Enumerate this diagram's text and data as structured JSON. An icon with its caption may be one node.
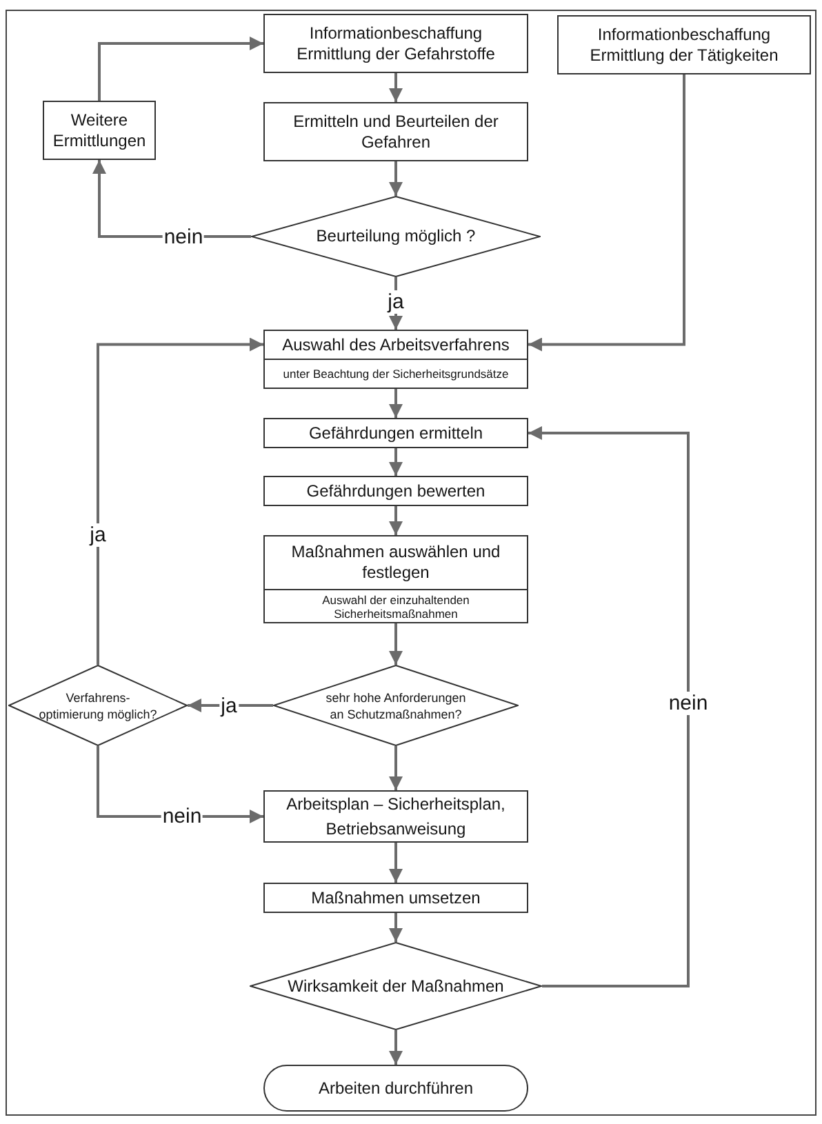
{
  "diagram": {
    "nodes": [
      {
        "text": [
          "Informationbeschaffung",
          "Ermittlung der Gefahrstoffe"
        ]
      },
      {
        "text": [
          "Informationbeschaffung",
          "Ermittlung der Tätigkeiten"
        ]
      },
      {
        "text": [
          "Weitere Ermittlungen"
        ]
      },
      {
        "text": [
          "Ermitteln und Beurteilen der Gefahren"
        ]
      },
      {
        "text": [
          "Beurteilung möglich ?"
        ]
      },
      {
        "text": [
          "Auswahl des Arbeitsverfahrens",
          "unter Beachtung der Sicherheitsgrundsätze"
        ]
      },
      {
        "text": [
          "Gefährdungen ermitteln"
        ]
      },
      {
        "text": [
          "Gefährdungen bewerten"
        ]
      },
      {
        "text": [
          "Maßnahmen auswählen und festlegen",
          "Auswahl der einzuhaltenden Sicherheitsmaßnahmen"
        ]
      },
      {
        "text": [
          "Verfahrens- optimierung möglich?"
        ]
      },
      {
        "text": [
          "sehr hohe Anforderungen an Schutzmaßnahmen?"
        ]
      },
      {
        "text": [
          "Arbeitsplan – Sicherheitsplan, Betriebsanweisung"
        ]
      },
      {
        "text": [
          "Maßnahmen umsetzen"
        ]
      },
      {
        "text": [
          "Wirksamkeit der Maßnahmen"
        ]
      },
      {
        "text": [
          "Arbeiten durchführen"
        ]
      }
    ],
    "edges": [
      {
        "from": 0,
        "to": 3,
        "arrow": "to"
      },
      {
        "from": 3,
        "to": 4,
        "arrow": "to"
      },
      {
        "from": 4,
        "to": 2,
        "arrow": "to",
        "label": "nein"
      },
      {
        "from": 2,
        "to": 0,
        "arrow": "to"
      },
      {
        "from": 4,
        "to": 5,
        "arrow": "to",
        "label": "ja"
      },
      {
        "from": 1,
        "to": 5,
        "arrow": "to"
      },
      {
        "from": 5,
        "to": 6,
        "arrow": "to"
      },
      {
        "from": 6,
        "to": 7,
        "arrow": "to"
      },
      {
        "from": 7,
        "to": 8,
        "arrow": "to"
      },
      {
        "from": 8,
        "to": 10,
        "arrow": "to"
      },
      {
        "from": 10,
        "to": 9,
        "arrow": "to",
        "label": "ja"
      },
      {
        "from": 9,
        "to": 5,
        "arrow": "to",
        "label": "ja"
      },
      {
        "from": 9,
        "to": 11,
        "arrow": "to",
        "label": "nein"
      },
      {
        "from": 10,
        "to": 11,
        "arrow": "to"
      },
      {
        "from": 11,
        "to": 12,
        "arrow": "to"
      },
      {
        "from": 12,
        "to": 13,
        "arrow": "to"
      },
      {
        "from": 13,
        "to": 14,
        "arrow": "to"
      },
      {
        "from": 13,
        "to": 6,
        "arrow": "to",
        "label": "nein"
      }
    ]
  }
}
